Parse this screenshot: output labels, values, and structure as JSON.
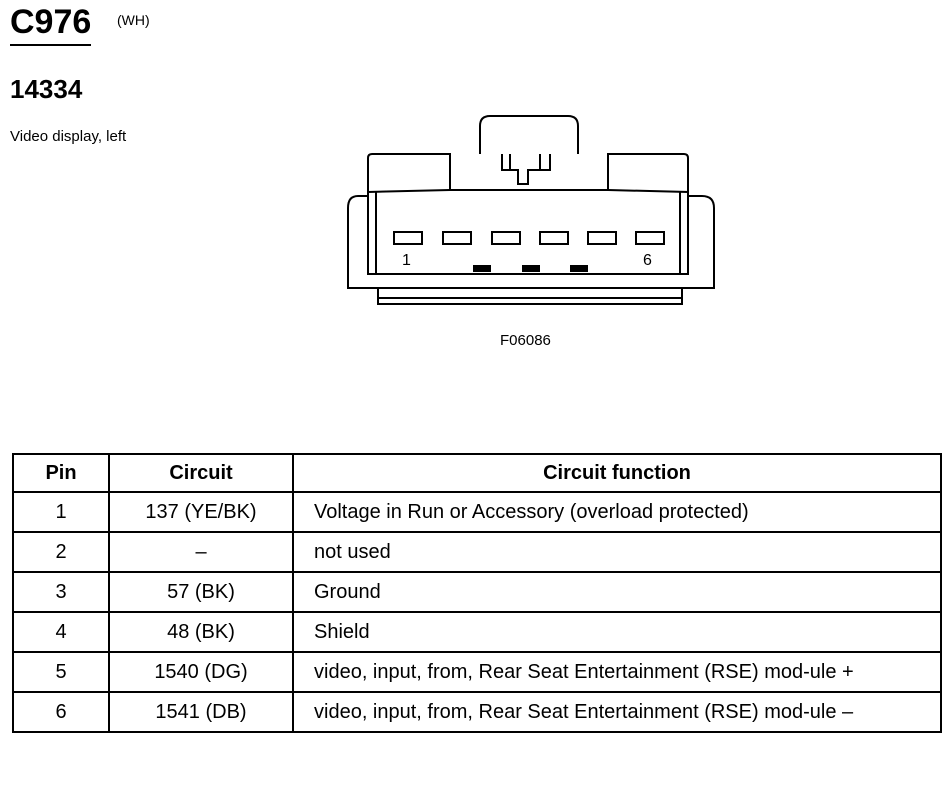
{
  "header": {
    "connector_id": "C976",
    "color_code": "(WH)",
    "part_number": "14334",
    "description": "Video display, left"
  },
  "figure": {
    "pin_first_label": "1",
    "pin_last_label": "6",
    "figure_code": "F06086"
  },
  "table": {
    "headers": [
      "Pin",
      "Circuit",
      "Circuit function"
    ],
    "rows": [
      {
        "pin": "1",
        "circuit": "137 (YE/BK)",
        "function": "Voltage in Run or Accessory (overload protected)"
      },
      {
        "pin": "2",
        "circuit": "–",
        "function": "not used"
      },
      {
        "pin": "3",
        "circuit": "57 (BK)",
        "function": "Ground"
      },
      {
        "pin": "4",
        "circuit": "48 (BK)",
        "function": "Shield"
      },
      {
        "pin": "5",
        "circuit": "1540 (DG)",
        "function": "video, input, from, Rear Seat Entertainment (RSE) mod-ule +"
      },
      {
        "pin": "6",
        "circuit": "1541 (DB)",
        "function": "video, input, from, Rear Seat Entertainment (RSE) mod-ule –"
      }
    ]
  }
}
